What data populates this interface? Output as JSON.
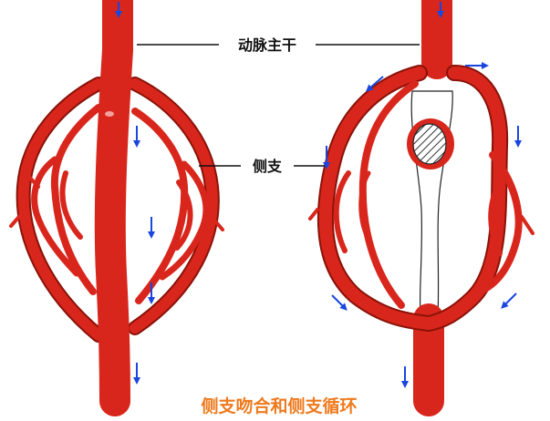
{
  "labels": {
    "main_artery": "动脉主干",
    "collateral": "侧支",
    "caption": "侧支吻合和侧支循环"
  },
  "colors": {
    "vessel": "#d8261c",
    "vessel_edge": "#8a1208",
    "arrow": "#1a46e0",
    "caption": "#ee7a1e",
    "label": "#111111",
    "leader_line": "#111111",
    "occlusion_fill": "#ffffff",
    "occlusion_hatch": "#333333"
  },
  "icons": {
    "flow_arrow": "arrow-icon",
    "occlusion": "hatched-occlusion-icon"
  }
}
